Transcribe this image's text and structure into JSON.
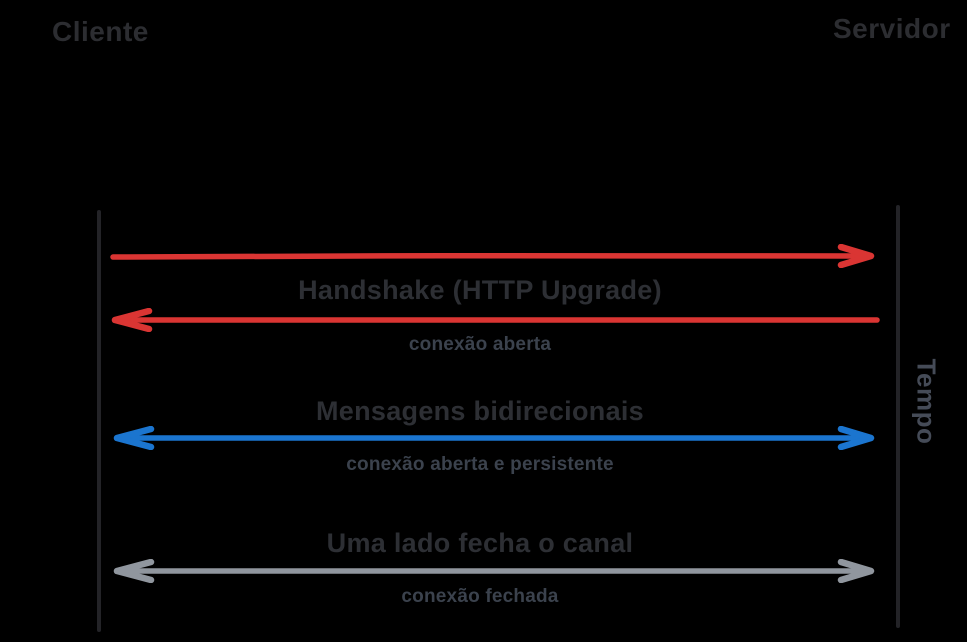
{
  "diagram": {
    "actors": {
      "left": "Cliente",
      "right": "Servidor"
    },
    "time_axis_label": "Tempo",
    "steps": [
      {
        "title": "Handshake (HTTP Upgrade)",
        "note": "conexão aberta",
        "color": "#da3533",
        "arrows": [
          "client-to-server",
          "server-to-client"
        ]
      },
      {
        "title": "Mensagens bidirecionais",
        "note": "conexão aberta e persistente",
        "color": "#1b75cf",
        "arrows": [
          "bidirectional"
        ]
      },
      {
        "title": "Uma lado fecha o canal",
        "note": "conexão fechada",
        "color": "#90969e",
        "arrows": [
          "bidirectional"
        ]
      }
    ]
  },
  "colors": {
    "background": "#000000",
    "lifeline": "#232327",
    "heading_text": "#2d2f34",
    "note_text": "#3b424d",
    "actor_text": "#2c2d31",
    "time_text": "#454b57",
    "handshake_red": "#da3533",
    "messages_blue": "#1b75cf",
    "close_gray": "#90969e"
  }
}
